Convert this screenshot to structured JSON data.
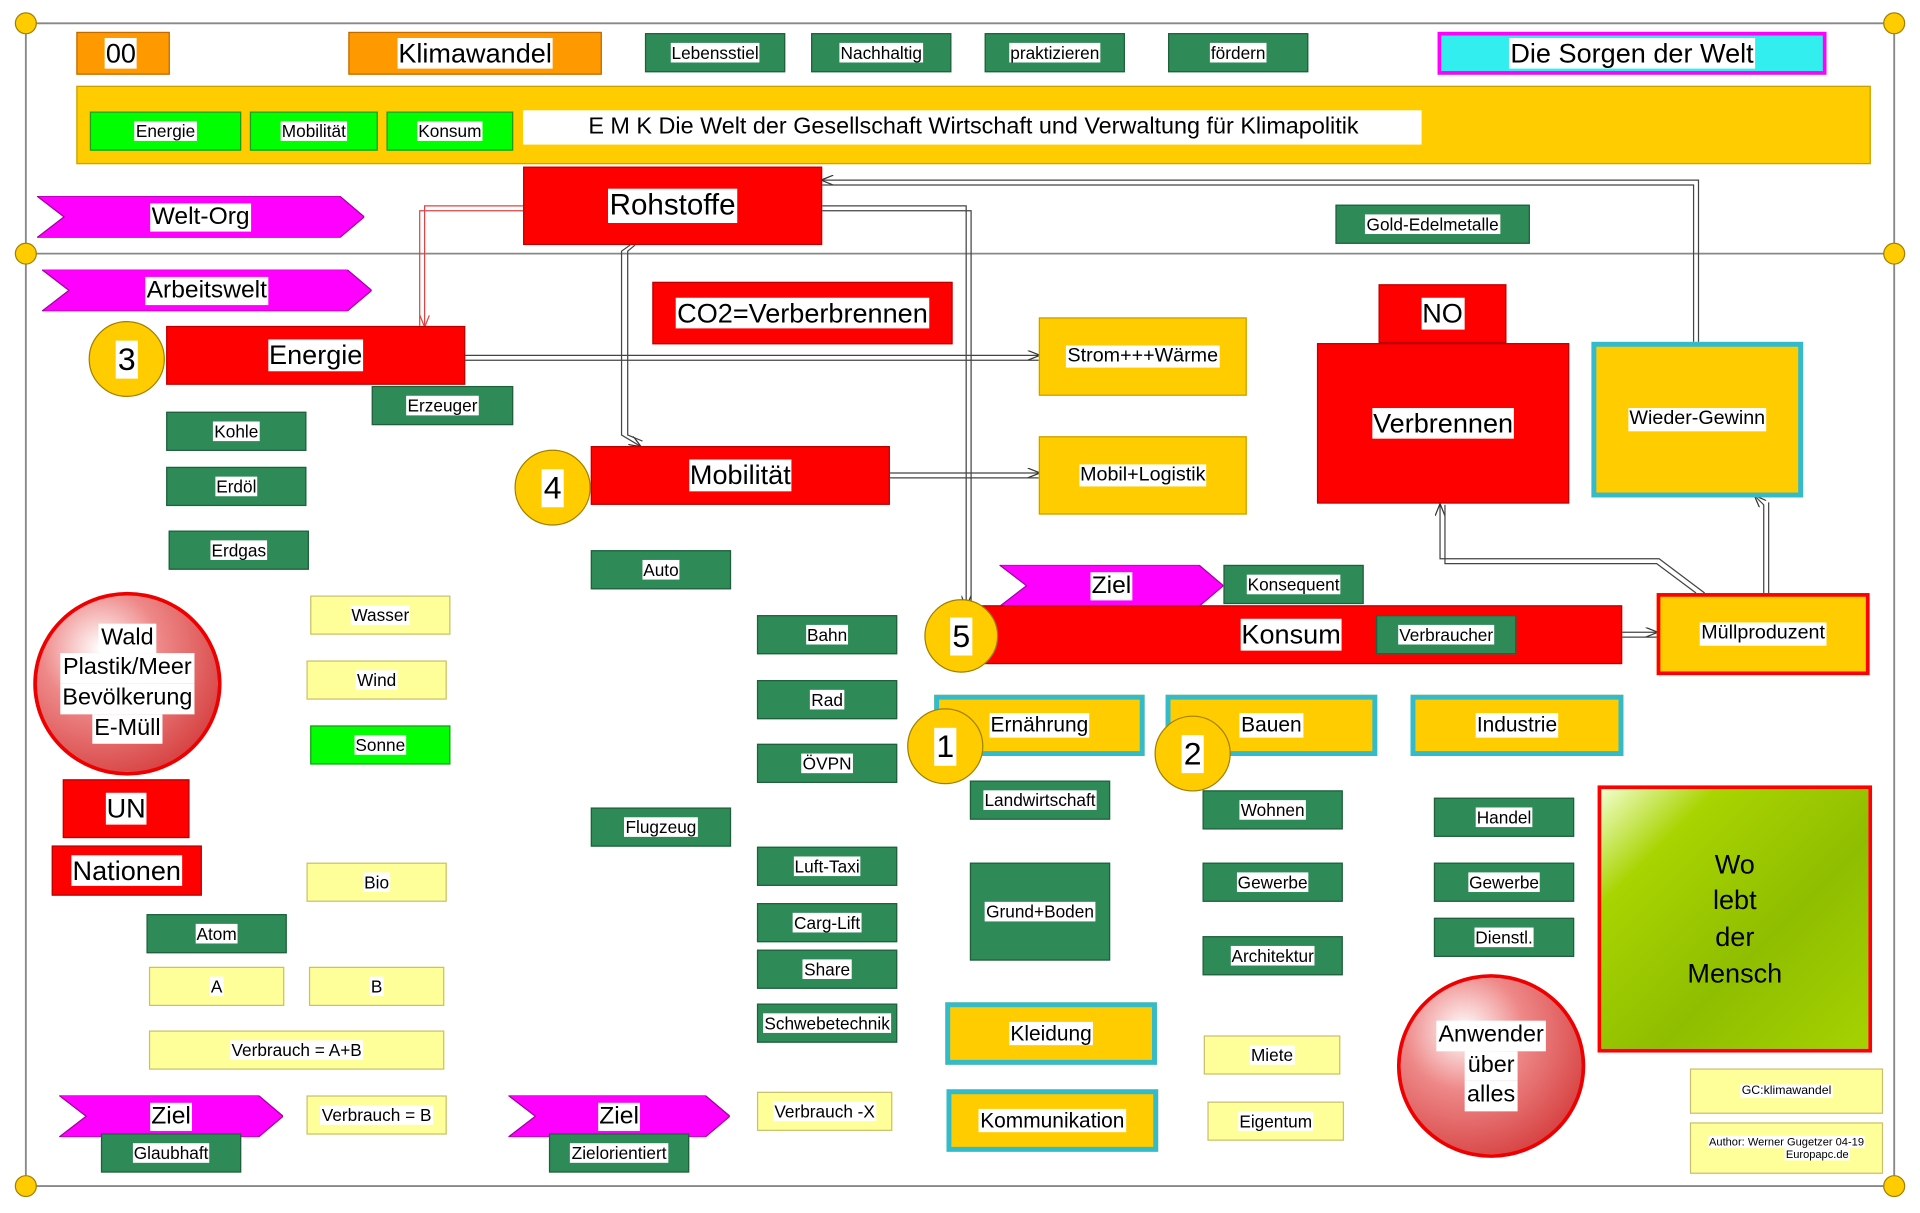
{
  "header": {
    "number": "00",
    "topic": "Klimawandel",
    "tags": [
      "Lebensstiel",
      "Nachhaltig",
      "praktizieren",
      "fördern"
    ],
    "title": "Die Sorgen der Welt"
  },
  "banner": {
    "chips": [
      "Energie",
      "Mobilität",
      "Konsum"
    ],
    "text": "E M K  Die Welt der Gesellschaft  Wirtschaft und Verwaltung für Klimapolitik"
  },
  "flags": {
    "welt_org": "Welt-Org",
    "arbeitswelt": "Arbeitswelt",
    "ziel_konsum": "Ziel",
    "ziel_left": "Ziel",
    "ziel_mid": "Ziel"
  },
  "main": {
    "rohstoffe": "Rohstoffe",
    "gold": "Gold-Edelmetalle",
    "co2": "CO2=Verberbrennen",
    "no": "NO",
    "verbrennen": "Verbrennen",
    "wieder": "Wieder-Gewinn",
    "strom": "Strom+++Wärme",
    "mobil_logistik": "Mobil+Logistik",
    "muell": "Müllproduzent"
  },
  "energie": {
    "num": "3",
    "label": "Energie",
    "erzeuger": "Erzeuger",
    "sources": [
      "Kohle",
      "Erdöl",
      "Erdgas"
    ],
    "renewables": [
      "Wasser",
      "Wind",
      "Sonne",
      "Bio"
    ],
    "atom": "Atom",
    "a": "A",
    "b": "B",
    "verbrauch_ab": "Verbrauch = A+B",
    "verbrauch_b": "Verbrauch = B",
    "glaubhaft": "Glaubhaft"
  },
  "mobilitaet": {
    "num": "4",
    "label": "Mobilität",
    "auto": "Auto",
    "flugzeug": "Flugzeug",
    "modes": [
      "Bahn",
      "Rad",
      "ÖVPN"
    ],
    "future": [
      "Luft-Taxi",
      "Carg-Lift",
      "Share",
      "Schwebetechnik"
    ],
    "verbrauch_x": "Verbrauch -X",
    "zielorientiert": "Zielorientiert"
  },
  "konsum": {
    "num": "5",
    "label": "Konsum",
    "verbraucher": "Verbraucher",
    "konsequent": "Konsequent",
    "ernaehrung": {
      "num": "1",
      "label": "Ernährung",
      "items": [
        "Landwirtschaft",
        "Grund+Boden"
      ]
    },
    "bauen": {
      "num": "2",
      "label": "Bauen",
      "items": [
        "Wohnen",
        "Gewerbe",
        "Architektur"
      ]
    },
    "industrie": {
      "label": "Industrie",
      "items": [
        "Handel",
        "Gewerbe",
        "Dienstl."
      ]
    },
    "kleidung": "Kleidung",
    "kommunikation": "Kommunikation",
    "miete": "Miete",
    "eigentum": "Eigentum"
  },
  "global": {
    "issues": [
      "Wald",
      "Plastik/Meer",
      "Bevölkerung",
      "E-Müll"
    ],
    "un": "UN",
    "nationen": "Nationen",
    "anwender": [
      "Anwender",
      "über",
      "alles"
    ],
    "wo_lebt": [
      "Wo",
      "lebt",
      "der",
      "Mensch"
    ]
  },
  "footer": {
    "gc": "GC:klimawandel",
    "author": "Author: Werner Gugetzer  04-19",
    "site": "Europapc.de"
  },
  "colors": {
    "red": "#ff0000",
    "green": "#2e8b57",
    "yellow": "#ffcc00",
    "light_yellow": "#ffff99",
    "magenta": "#ff00ff",
    "cyan": "#33bbcc",
    "lime": "#99cc00"
  }
}
